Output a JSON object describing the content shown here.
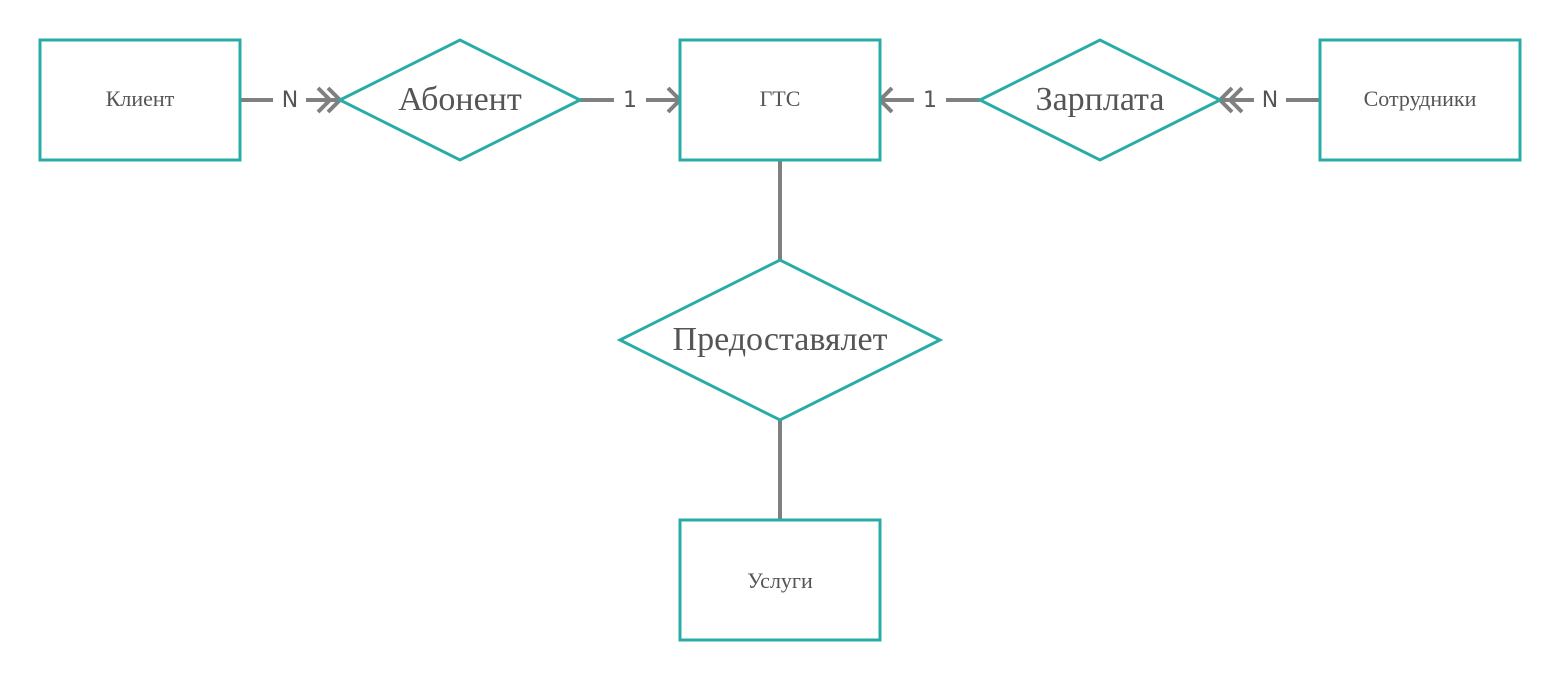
{
  "colors": {
    "shape_stroke": "#2aaca6",
    "line": "#808080",
    "text": "#555555",
    "background": "#ffffff"
  },
  "entities": {
    "client": {
      "label": "Клиент"
    },
    "gts": {
      "label": "ГТС"
    },
    "employees": {
      "label": "Сотрудники"
    },
    "services": {
      "label": "Услуги"
    }
  },
  "relationships": {
    "subscriber": {
      "label": "Абонент",
      "left_cardinality": "N",
      "right_cardinality": "1"
    },
    "salary": {
      "label": "Зарплата",
      "left_cardinality": "1",
      "right_cardinality": "N"
    },
    "provides": {
      "label": "Предоставялет"
    }
  }
}
